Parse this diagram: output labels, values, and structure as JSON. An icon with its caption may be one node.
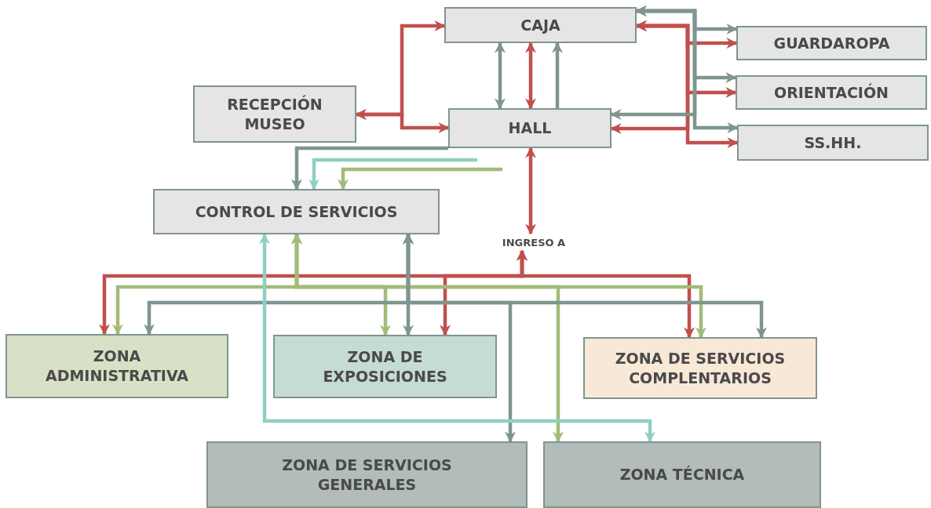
{
  "diagram": {
    "nodes": [
      {
        "text": [
          "CAJA"
        ]
      },
      {
        "text": [
          "GUARDAROPA"
        ]
      },
      {
        "text": [
          "RECEPCIÓN MUSEO"
        ]
      },
      {
        "text": [
          "ORIENTACIÓN"
        ]
      },
      {
        "text": [
          "HALL"
        ]
      },
      {
        "text": [
          "SS.HH."
        ]
      },
      {
        "text": [
          "CONTROL DE SERVICIOS"
        ]
      },
      {
        "text": [
          "INGRESO A"
        ]
      },
      {
        "text": [
          "ZONA ADMINISTRATIVA"
        ]
      },
      {
        "text": [
          "ZONA DE EXPOSICIONES"
        ]
      },
      {
        "text": [
          "ZONA DE SERVICIOS COMPLENTARIOS"
        ]
      },
      {
        "text": [
          "ZONA DE SERVICIOS GENERALES"
        ]
      },
      {
        "text": [
          "ZONA TÉCNICA"
        ]
      }
    ],
    "edges": [
      {
        "from": 2,
        "to": 0,
        "arrow": "both",
        "color": "#c0504d"
      },
      {
        "from": 2,
        "to": 4,
        "arrow": "both",
        "color": "#c0504d"
      },
      {
        "from": 4,
        "to": 0,
        "arrow": "both",
        "color": "#7f958f"
      },
      {
        "from": 4,
        "to": 0,
        "arrow": "both",
        "color": "#c0504d"
      },
      {
        "from": 4,
        "to": 0,
        "arrow": "to",
        "color": "#7f958f"
      },
      {
        "from": 0,
        "to": 1,
        "arrow": "both",
        "color": "#c0504d"
      },
      {
        "from": 0,
        "to": 3,
        "arrow": "both",
        "color": "#c0504d"
      },
      {
        "from": 0,
        "to": 5,
        "arrow": "both",
        "color": "#c0504d"
      },
      {
        "from": 0,
        "to": 4,
        "arrow": "both",
        "color": "#c0504d"
      },
      {
        "from": 0,
        "to": 1,
        "arrow": "both",
        "color": "#7f958f"
      },
      {
        "from": 0,
        "to": 3,
        "arrow": "both",
        "color": "#7f958f"
      },
      {
        "from": 0,
        "to": 5,
        "arrow": "both",
        "color": "#7f958f"
      },
      {
        "from": 0,
        "to": 4,
        "arrow": "both",
        "color": "#7f958f"
      },
      {
        "from": 4,
        "to": 6,
        "arrow": "to",
        "color": "#7f958f"
      },
      {
        "from": null,
        "to": 6,
        "arrow": "to",
        "color": "#8fcfc4"
      },
      {
        "from": null,
        "to": 6,
        "arrow": "to",
        "color": "#a3bb78"
      },
      {
        "from": 4,
        "to": 7,
        "arrow": "both",
        "color": "#c0504d"
      },
      {
        "from": 7,
        "to": 8,
        "arrow": "both",
        "color": "#c0504d"
      },
      {
        "from": 7,
        "to": 9,
        "arrow": "both",
        "color": "#c0504d"
      },
      {
        "from": 7,
        "to": 10,
        "arrow": "both",
        "color": "#c0504d"
      },
      {
        "from": 6,
        "to": 8,
        "arrow": "both",
        "color": "#a3bb78"
      },
      {
        "from": 6,
        "to": 9,
        "arrow": "both",
        "color": "#a3bb78"
      },
      {
        "from": 6,
        "to": 10,
        "arrow": "both",
        "color": "#a3bb78"
      },
      {
        "from": 6,
        "to": 12,
        "arrow": "both",
        "color": "#a3bb78"
      },
      {
        "from": 6,
        "to": 8,
        "arrow": "both",
        "color": "#7f958f"
      },
      {
        "from": 6,
        "to": 9,
        "arrow": "both",
        "color": "#7f958f"
      },
      {
        "from": 6,
        "to": 10,
        "arrow": "both",
        "color": "#7f958f"
      },
      {
        "from": 6,
        "to": 11,
        "arrow": "both",
        "color": "#7f958f"
      },
      {
        "from": 6,
        "to": 12,
        "arrow": "both",
        "color": "#8fcfc4"
      }
    ]
  }
}
